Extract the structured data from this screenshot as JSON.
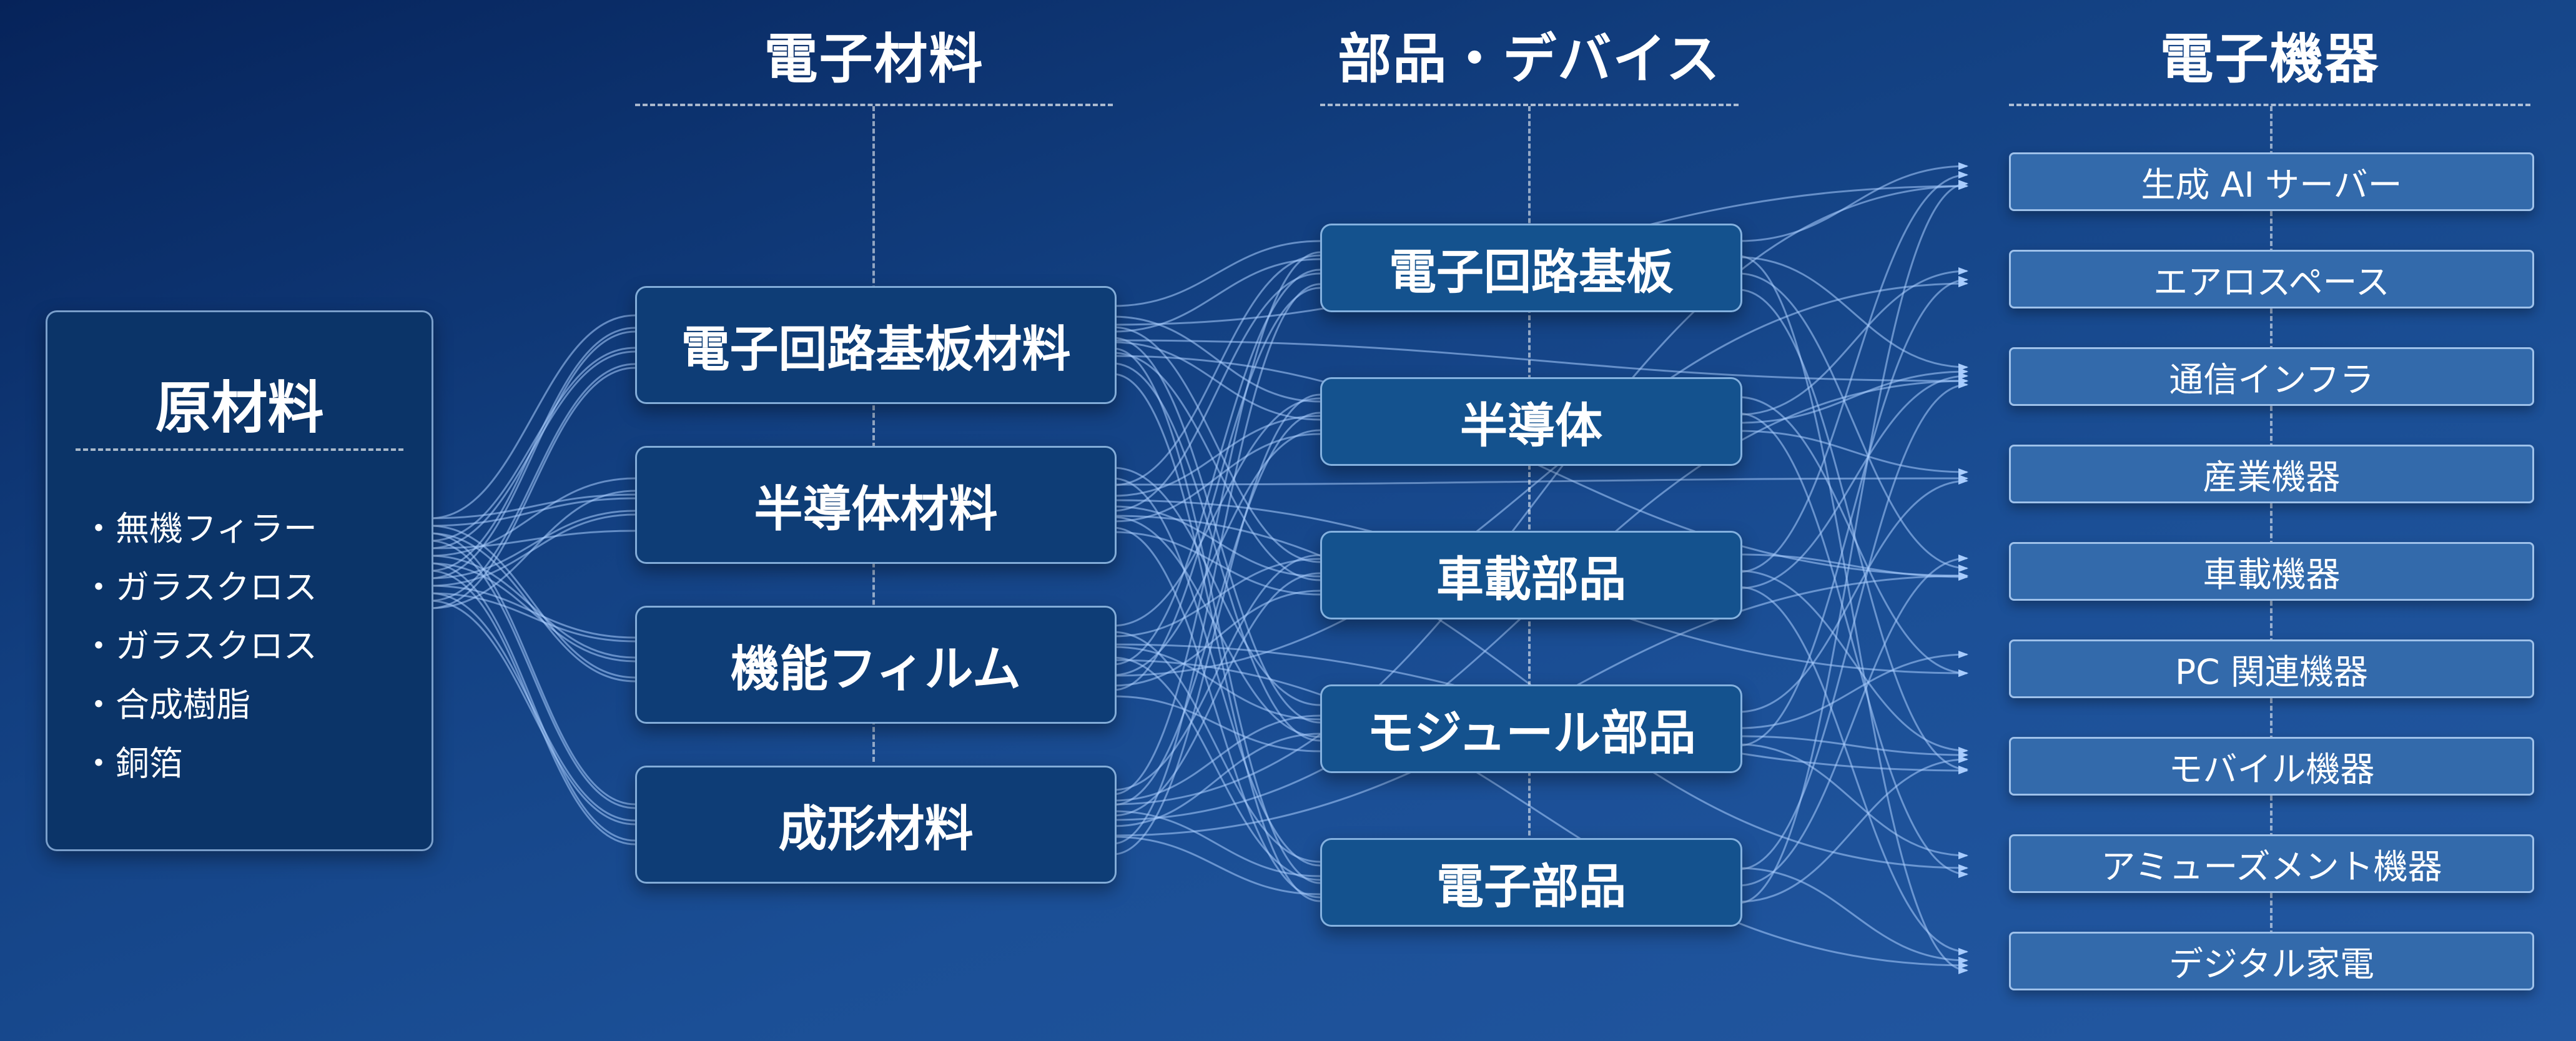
{
  "columns": {
    "materials_title": "電子材料",
    "devices_title": "部品・デバイス",
    "equipment_title": "電子機器"
  },
  "raw_materials": {
    "title": "原材料",
    "items": [
      "無機フィラー",
      "ガラスクロス",
      "ガラスクロス",
      "合成樹脂",
      "銅箔"
    ]
  },
  "materials": [
    "電子回路基板材料",
    "半導体材料",
    "機能フィルム",
    "成形材料"
  ],
  "devices": [
    "電子回路基板",
    "半導体",
    "車載部品",
    "モジュール部品",
    "電子部品"
  ],
  "equipment": [
    "生成 AI サーバー",
    "エアロスペース",
    "通信インフラ",
    "産業機器",
    "車載機器",
    "PC 関連機器",
    "モバイル機器",
    "アミューズメント機器",
    "デジタル家電"
  ],
  "colors": {
    "background_dark": "#06235a",
    "background_light": "#2358a2",
    "raw_box": "#0b3468",
    "material_box": "#0e3d76",
    "device_box": "#14528e",
    "equipment_box": "#336aab",
    "flow_line": "#a9cdff"
  }
}
